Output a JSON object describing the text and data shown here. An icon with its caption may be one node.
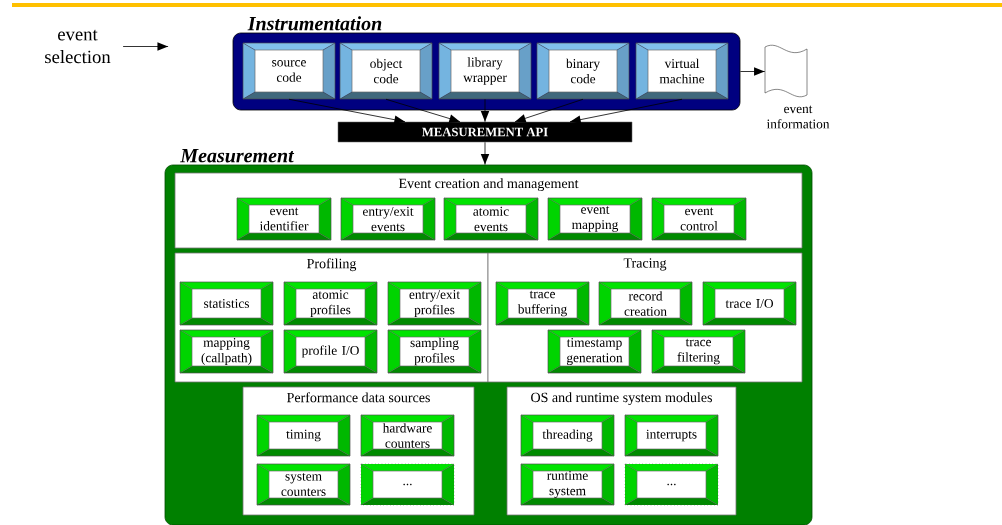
{
  "diagram": {
    "nodes": [
      {
        "text": [
          "event selection"
        ]
      },
      {
        "text": [
          "Instrumentation"
        ]
      },
      {
        "text": [
          "source code"
        ],
        "in": 1
      },
      {
        "text": [
          "object code"
        ],
        "in": 1
      },
      {
        "text": [
          "library wrapper"
        ],
        "in": 1
      },
      {
        "text": [
          "binary code"
        ],
        "in": 1
      },
      {
        "text": [
          "virtual machine"
        ],
        "in": 1
      },
      {
        "text": [
          "event information"
        ]
      },
      {
        "text": [
          "MEASUREMENT API"
        ]
      },
      {
        "text": [
          "Measurement"
        ]
      },
      {
        "text": [
          "Event creation and management"
        ],
        "in": 9
      },
      {
        "text": [
          "event identifier"
        ],
        "in": 10
      },
      {
        "text": [
          "entry/exit events"
        ],
        "in": 10
      },
      {
        "text": [
          "atomic events"
        ],
        "in": 10
      },
      {
        "text": [
          "event mapping"
        ],
        "in": 10
      },
      {
        "text": [
          "event control"
        ],
        "in": 10
      },
      {
        "text": [
          "Profiling"
        ],
        "in": 9
      },
      {
        "text": [
          "statistics"
        ],
        "in": 16
      },
      {
        "text": [
          "atomic profiles"
        ],
        "in": 16
      },
      {
        "text": [
          "entry/exit profiles"
        ],
        "in": 16
      },
      {
        "text": [
          "mapping (callpath)"
        ],
        "in": 16
      },
      {
        "text": [
          "profile I/O"
        ],
        "in": 16
      },
      {
        "text": [
          "sampling profiles"
        ],
        "in": 16
      },
      {
        "text": [
          "Tracing"
        ],
        "in": 9
      },
      {
        "text": [
          "trace buffering"
        ],
        "in": 23
      },
      {
        "text": [
          "record creation"
        ],
        "in": 23
      },
      {
        "text": [
          "trace I/O"
        ],
        "in": 23
      },
      {
        "text": [
          "timestamp generation"
        ],
        "in": 23
      },
      {
        "text": [
          "trace filtering"
        ],
        "in": 23
      },
      {
        "text": [
          "Performance data sources"
        ],
        "in": 9
      },
      {
        "text": [
          "timing"
        ],
        "in": 29
      },
      {
        "text": [
          "hardware counters"
        ],
        "in": 29
      },
      {
        "text": [
          "system counters"
        ],
        "in": 29
      },
      {
        "text": [
          "..."
        ],
        "in": 29
      },
      {
        "text": [
          "OS and runtime system modules"
        ],
        "in": 9
      },
      {
        "text": [
          "threading"
        ],
        "in": 34
      },
      {
        "text": [
          "interrupts"
        ],
        "in": 34
      },
      {
        "text": [
          "runtime system"
        ],
        "in": 34
      },
      {
        "text": [
          "..."
        ],
        "in": 34
      }
    ],
    "edges": [
      {
        "from": 0,
        "to": null,
        "arrow": "to"
      },
      {
        "from": 1,
        "to": 7,
        "arrow": "to"
      },
      {
        "from": 2,
        "to": 8,
        "arrow": "to"
      },
      {
        "from": 3,
        "to": 8,
        "arrow": "to"
      },
      {
        "from": 4,
        "to": 8,
        "arrow": "to"
      },
      {
        "from": 5,
        "to": 8,
        "arrow": "to"
      },
      {
        "from": 6,
        "to": 8,
        "arrow": "to"
      },
      {
        "from": 8,
        "to": 9,
        "arrow": "to"
      }
    ]
  }
}
